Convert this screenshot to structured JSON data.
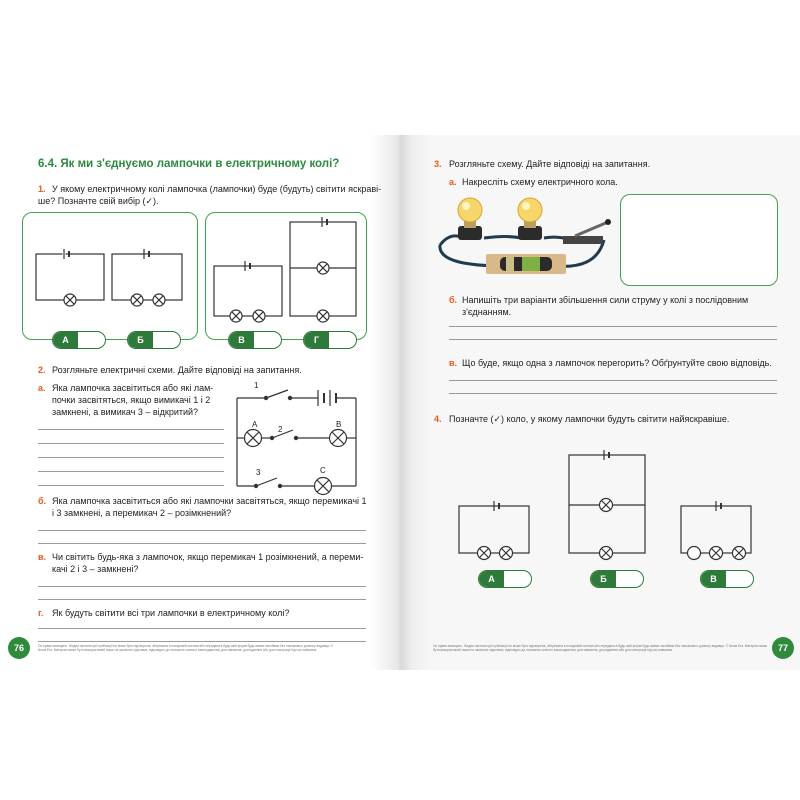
{
  "left": {
    "section_title": "6.4. Як ми з'єднуємо лампочки в електричному колі?",
    "q1": {
      "num": "1.",
      "text_line1": "У якому електричному колі лампочка (лампочки) буде (будуть) світити яскраві-",
      "text_line2": "ше? Позначте свій вибір (✓).",
      "options": [
        "А",
        "Б",
        "В",
        "Г"
      ]
    },
    "q2": {
      "num": "2.",
      "text": "Розгляньте електричні схеми. Дайте відповіді на запитання.",
      "a_label": "а.",
      "a_lines": [
        "Яка лампочка засвітиться або які лам-",
        "почки засвітяться, якщо вимикачі 1 і 2",
        "замкнені, а вимикач 3 – відкритий?"
      ],
      "b_label": "б.",
      "b_lines": [
        "Яка лампочка засвітиться або які лампочки засвітяться, якщо перемикачі 1",
        "і 3 замкнені, а перемикач 2 – розімкнений?"
      ],
      "v_label": "в.",
      "v_lines": [
        "Чи світить будь-яка з лампочок, якщо перемикач 1 розімкнений, а переми-",
        "качі 2 і 3 – замкнені?"
      ],
      "g_label": "г.",
      "g_lines": [
        "Як будуть світити всі три лампочки в електричному колі?"
      ],
      "diagram_labels": {
        "sw1": "1",
        "sw2": "2",
        "sw3": "3",
        "lampA": "A",
        "lampB": "B",
        "lampC": "C"
      }
    },
    "page_number": "76",
    "footer": "Усі права захищено. Жодна частина цієї публікації не може бути відтворена, збережена в пошуковій системі або передана в будь-якій формі будь-якими засобами без письмового дозволу видавця. © Nowa Era. Матеріал може бути використаний лише на законних підставах, відповідно до положень чинного законодавства, для навчання, дослідження або для ілюстрації під час навчання."
  },
  "right": {
    "q3": {
      "num": "3.",
      "text": "Розгляньте схему. Дайте відповіді на запитання.",
      "a_label": "а.",
      "a_text": "Накресліть схему електричного кола.",
      "b_label": "б.",
      "b_lines": [
        "Напишіть три варіанти збільшення сили струму у колі з послідовним",
        "з'єднанням."
      ],
      "v_label": "в.",
      "v_text": "Що буде, якщо одна з лампочок перегорить? Обґрунтуйте свою відповідь."
    },
    "q4": {
      "num": "4.",
      "text": "Позначте (✓) коло, у якому лампочки будуть світити найяскравіше.",
      "options": [
        "А",
        "Б",
        "В"
      ]
    },
    "page_number": "77",
    "footer": "Усі права захищено. Жодна частина цієї публікації не може бути відтворена, збережена в пошуковій системі або передана в будь-якій формі будь-якими засобами без письмового дозволу видавця. © Nowa Era. Матеріал може бути використаний лише на законних підставах, відповідно до положень чинного законодавства, для навчання, дослідження або для ілюстрації під час навчання."
  },
  "colors": {
    "accent_green": "#2c8a3e",
    "number_orange": "#e8581c",
    "box_border": "#3fa54a"
  }
}
